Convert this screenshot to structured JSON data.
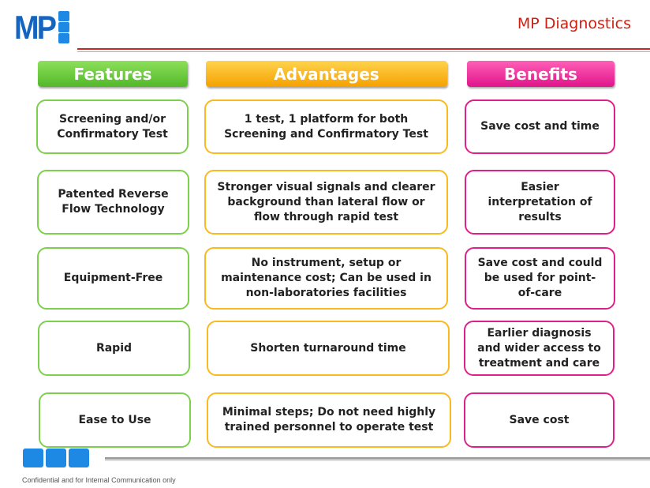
{
  "header": {
    "logo_text": "MP",
    "brand": "MP Diagnostics"
  },
  "columns": {
    "features": "Features",
    "advantages": "Advantages",
    "benefits": "Benefits"
  },
  "rows": [
    {
      "feature": "Screening and/or Confirmatory Test",
      "advantage": "1 test, 1 platform for both Screening and Confirmatory Test",
      "benefit": "Save cost and time"
    },
    {
      "feature": "Patented Reverse Flow Technology",
      "advantage": "Stronger visual signals and clearer background than lateral flow or flow through rapid test",
      "benefit": "Easier interpretation of results"
    },
    {
      "feature": "Equipment-Free",
      "advantage": "No instrument, setup or maintenance cost; Can be used in non-laboratories facilities",
      "benefit": "Save cost and could be used for point-of-care"
    },
    {
      "feature": "Rapid",
      "advantage": "Shorten turnaround time",
      "benefit": "Earlier diagnosis and wider access to treatment and care"
    },
    {
      "feature": "Ease to Use",
      "advantage": "Minimal steps; Do not need highly trained personnel to operate test",
      "benefit": "Save cost"
    }
  ],
  "footer": {
    "note": "Confidential and for Internal Communication only"
  },
  "colors": {
    "features": "#7dd04c",
    "advantages": "#f9b91f",
    "benefits": "#e0208a",
    "brand": "#d01f10",
    "logo": "#1565c0"
  }
}
